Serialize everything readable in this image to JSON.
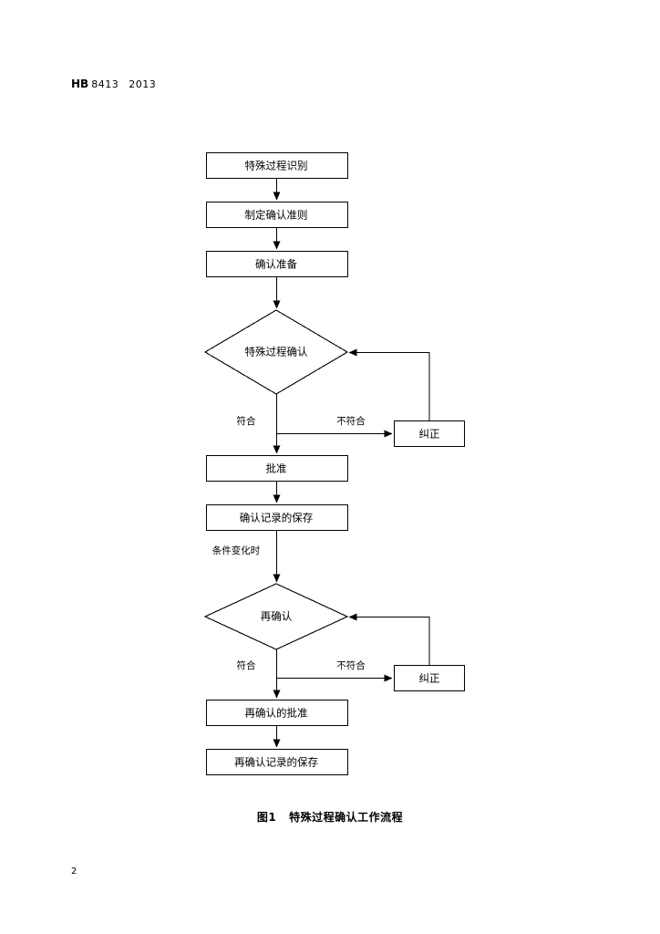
{
  "header": {
    "standard_prefix": "HB",
    "standard_number": "8413",
    "standard_year": "2013"
  },
  "footer": {
    "page_number": "2"
  },
  "caption": {
    "figure_number": "图1",
    "figure_title": "特殊过程确认工作流程"
  },
  "flowchart": {
    "type": "flowchart",
    "orientation": "top-to-bottom",
    "stroke_color": "#000000",
    "fill_color": "#ffffff",
    "nodes": [
      {
        "id": "n1",
        "shape": "rect",
        "label": "特殊过程识别"
      },
      {
        "id": "n2",
        "shape": "rect",
        "label": "制定确认准则"
      },
      {
        "id": "n3",
        "shape": "rect",
        "label": "确认准备"
      },
      {
        "id": "d1",
        "shape": "diamond",
        "label": "特殊过程确认"
      },
      {
        "id": "c1",
        "shape": "rect",
        "label": "纠正"
      },
      {
        "id": "n4",
        "shape": "rect",
        "label": "批准"
      },
      {
        "id": "n5",
        "shape": "rect",
        "label": "确认记录的保存"
      },
      {
        "id": "d2",
        "shape": "diamond",
        "label": "再确认"
      },
      {
        "id": "c2",
        "shape": "rect",
        "label": "纠正"
      },
      {
        "id": "n6",
        "shape": "rect",
        "label": "再确认的批准"
      },
      {
        "id": "n7",
        "shape": "rect",
        "label": "再确认记录的保存"
      }
    ],
    "edge_labels": [
      {
        "id": "e1",
        "label": "符合"
      },
      {
        "id": "e2",
        "label": "不符合"
      },
      {
        "id": "e3",
        "label": "条件变化时"
      },
      {
        "id": "e4",
        "label": "符合"
      },
      {
        "id": "e5",
        "label": "不符合"
      }
    ],
    "edges": [
      {
        "from": "n1",
        "to": "n2"
      },
      {
        "from": "n2",
        "to": "n3"
      },
      {
        "from": "n3",
        "to": "d1"
      },
      {
        "from": "d1",
        "to": "n4",
        "label": "符合"
      },
      {
        "from": "d1",
        "to": "c1",
        "label": "不符合"
      },
      {
        "from": "c1",
        "to": "d1",
        "label": ""
      },
      {
        "from": "n4",
        "to": "n5"
      },
      {
        "from": "n5",
        "to": "d2",
        "label": "条件变化时"
      },
      {
        "from": "d2",
        "to": "n6",
        "label": "符合"
      },
      {
        "from": "d2",
        "to": "c2",
        "label": "不符合"
      },
      {
        "from": "c2",
        "to": "d2",
        "label": ""
      },
      {
        "from": "n6",
        "to": "n7"
      }
    ]
  }
}
